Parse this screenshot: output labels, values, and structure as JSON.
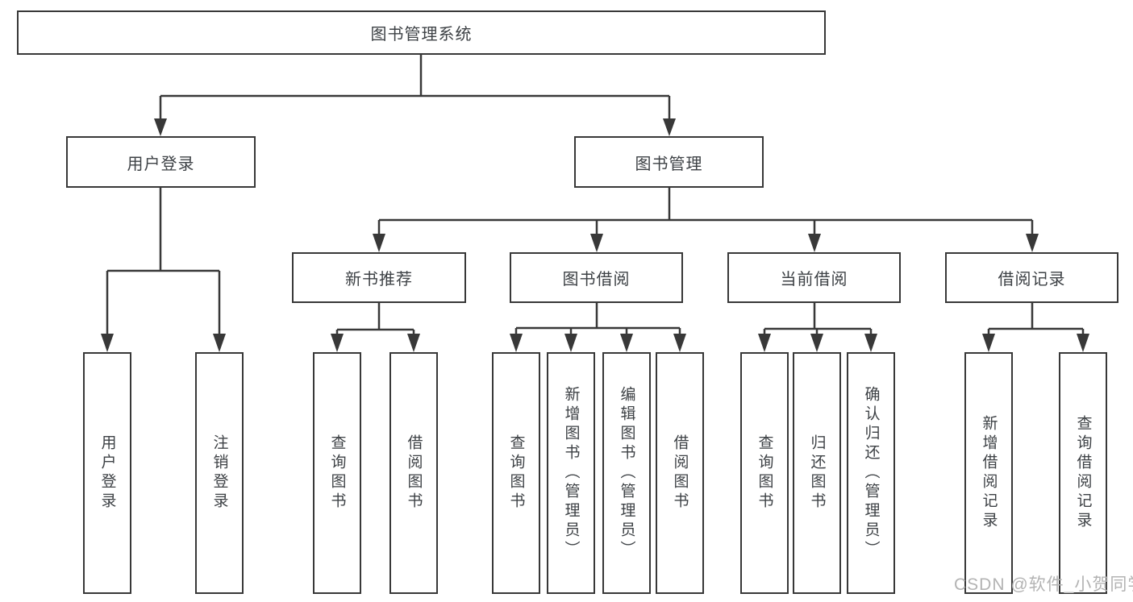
{
  "tree": {
    "label": "图书管理系统",
    "children": [
      {
        "label": "用户登录",
        "children": [
          {
            "label": "用户登录"
          },
          {
            "label": "注销登录"
          }
        ]
      },
      {
        "label": "图书管理",
        "children": [
          {
            "label": "新书推荐",
            "children": [
              {
                "label": "查询图书"
              },
              {
                "label": "借阅图书"
              }
            ]
          },
          {
            "label": "图书借阅",
            "children": [
              {
                "label": "查询图书"
              },
              {
                "label": "新增图书（管理员）"
              },
              {
                "label": "编辑图书（管理员）"
              },
              {
                "label": "借阅图书"
              }
            ]
          },
          {
            "label": "当前借阅",
            "children": [
              {
                "label": "查询图书"
              },
              {
                "label": "归还图书"
              },
              {
                "label": "确认归还（管理员）"
              }
            ]
          },
          {
            "label": "借阅记录",
            "children": [
              {
                "label": "新增借阅记录"
              },
              {
                "label": "查询借阅记录"
              }
            ]
          }
        ]
      }
    ]
  },
  "watermark": {
    "text": "CSDN @软件_小贺同学"
  },
  "colors": {
    "line": "#383838",
    "box_border": "#383838",
    "box_fill": "#ffffff",
    "text": "#3d4145",
    "watermark": "#b3b3b3",
    "background": "#ffffff"
  }
}
